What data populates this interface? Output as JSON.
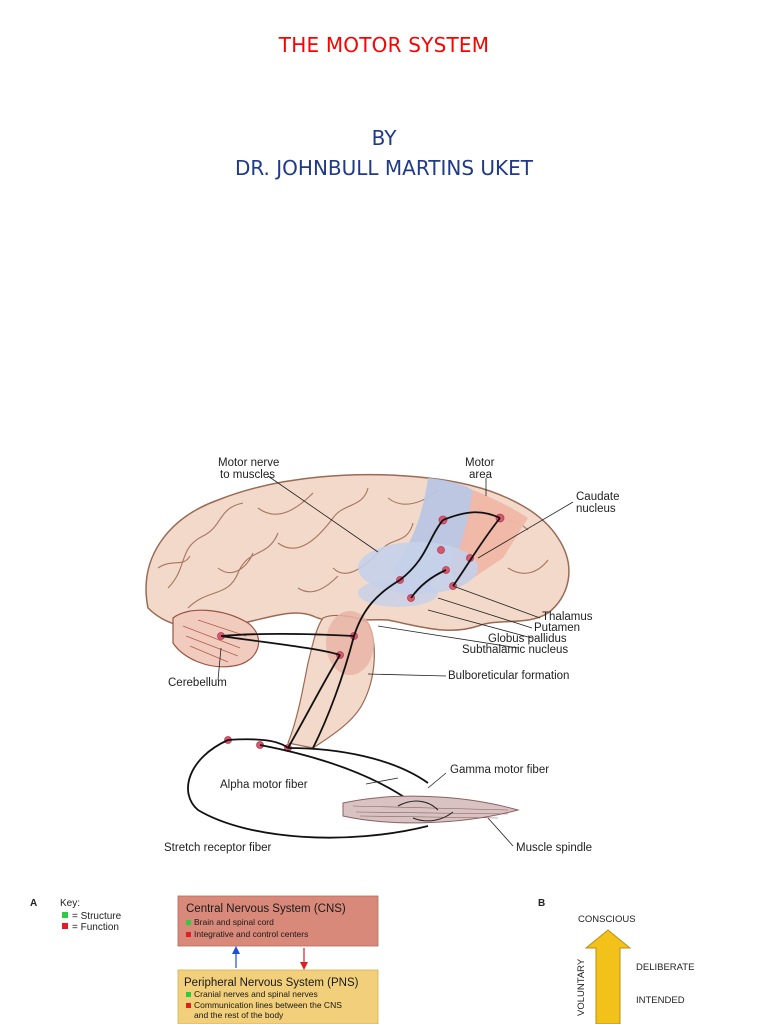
{
  "slide": {
    "title": "THE MOTOR SYSTEM",
    "by": "BY",
    "author": "DR. JOHNBULL MARTINS UKET"
  },
  "brain_diagram": {
    "labels": {
      "motor_nerve_line1": "Motor nerve",
      "motor_nerve_line2": "to muscles",
      "motor_area_line1": "Motor",
      "motor_area_line2": "area",
      "caudate_line1": "Caudate",
      "caudate_line2": "nucleus",
      "thalamus": "Thalamus",
      "putamen": "Putamen",
      "globus_pallidus": "Globus pallidus",
      "subthalamic_nucleus": "Subthalamic nucleus",
      "cerebellum": "Cerebellum",
      "bulboreticular_formation": "Bulboreticular formation",
      "alpha_motor_fiber": "Alpha motor fiber",
      "gamma_motor_fiber": "Gamma motor fiber",
      "stretch_receptor_fiber": "Stretch receptor fiber",
      "muscle_spindle": "Muscle spindle"
    },
    "colors": {
      "cortex": "#f3d9c9",
      "gyri_outline": "#9a6a55",
      "motor_area_blue": "#b9c6e4",
      "motor_area_pink": "#f0b7a6",
      "nucleus_dot": "#d9576f"
    }
  },
  "nervous_system_figure": {
    "panel_letter": "A",
    "key_title": "Key:",
    "key_structure": "= Structure",
    "key_function": "= Function",
    "structure_color": "#2ecc40",
    "function_color": "#e02020",
    "cns": {
      "title": "Central Nervous System (CNS)",
      "items": [
        "Brain and spinal cord",
        "Integrative and control centers"
      ],
      "color": "#d9897a"
    },
    "pns": {
      "title": "Peripheral Nervous System (PNS)",
      "item1": "Cranial nerves and spinal nerves",
      "item2_line1": "Communication lines between the CNS",
      "item2_line2": "and the rest of the body",
      "color": "#f2cf7a"
    }
  },
  "voluntary_figure": {
    "panel_letter": "B",
    "top_label": "CONSCIOUS",
    "axis_label": "VOLUNTARY",
    "levels": [
      "DELIBERATE",
      "INTENDED"
    ],
    "arrow_color": "#f2c21b"
  }
}
